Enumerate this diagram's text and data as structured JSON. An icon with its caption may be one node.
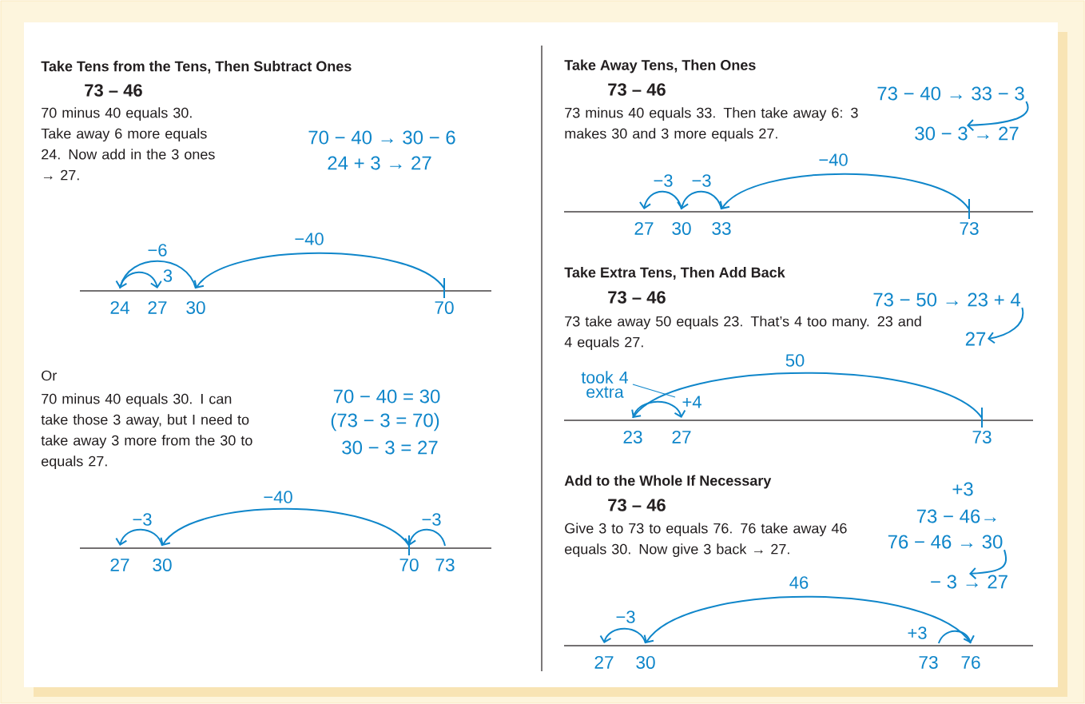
{
  "diagram": {
    "nodes": [
      {
        "text": [
          "24"
        ]
      },
      {
        "text": [
          "27"
        ]
      },
      {
        "text": [
          "30"
        ]
      },
      {
        "text": [
          "70"
        ]
      },
      {
        "text": [
          "27"
        ]
      },
      {
        "text": [
          "30"
        ]
      },
      {
        "text": [
          "70"
        ]
      },
      {
        "text": [
          "73"
        ]
      },
      {
        "text": [
          "73 − 40 → 33 − 3"
        ]
      },
      {
        "text": [
          "30 − 3 → 27"
        ]
      },
      {
        "text": [
          "27"
        ]
      },
      {
        "text": [
          "30"
        ]
      },
      {
        "text": [
          "33"
        ]
      },
      {
        "text": [
          "73"
        ]
      },
      {
        "text": [
          "73 − 50 → 23 + 4"
        ]
      },
      {
        "text": [
          "27"
        ]
      },
      {
        "text": [
          "took 4 extra"
        ]
      },
      {
        "text": [
          "23"
        ]
      },
      {
        "text": [
          "27"
        ]
      },
      {
        "text": [
          "73"
        ]
      },
      {
        "text": [
          "76 − 46 → 30"
        ]
      },
      {
        "text": [
          "− 3 → 27"
        ]
      },
      {
        "text": [
          "27"
        ]
      },
      {
        "text": [
          "30"
        ]
      },
      {
        "text": [
          "73"
        ]
      },
      {
        "text": [
          "76"
        ]
      }
    ],
    "edges": [
      {
        "from": 3,
        "to": 2,
        "arrow": "to",
        "label": "−40"
      },
      {
        "from": 2,
        "to": 0,
        "arrow": "to",
        "label": "−6"
      },
      {
        "from": 0,
        "to": 1,
        "arrow": "to",
        "label": "3"
      },
      {
        "from": 6,
        "to": 5,
        "arrow": "to",
        "label": "−40"
      },
      {
        "from": 5,
        "to": 4,
        "arrow": "to",
        "label": "−3"
      },
      {
        "from": 7,
        "to": 6,
        "arrow": "to",
        "label": "−3"
      },
      {
        "from": 8,
        "to": 9,
        "arrow": "to"
      },
      {
        "from": 13,
        "to": 12,
        "arrow": "to",
        "label": "−40"
      },
      {
        "from": 12,
        "to": 11,
        "arrow": "to",
        "label": "−3"
      },
      {
        "from": 11,
        "to": 10,
        "arrow": "to",
        "label": "−3"
      },
      {
        "from": 14,
        "to": 15,
        "arrow": "to"
      },
      {
        "from": 16,
        "to": null,
        "arrow": "none"
      },
      {
        "from": 19,
        "to": 17,
        "arrow": "to",
        "label": "50"
      },
      {
        "from": 17,
        "to": 18,
        "arrow": "to",
        "label": "+4"
      },
      {
        "from": 20,
        "to": 21,
        "arrow": "to"
      },
      {
        "from": 25,
        "to": 23,
        "arrow": "to",
        "label": "46"
      },
      {
        "from": 24,
        "to": 25,
        "arrow": "to",
        "label": "+3"
      },
      {
        "from": 23,
        "to": 22,
        "arrow": "to",
        "label": "−3"
      }
    ],
    "labels": [
      "Take Tens from the Tens, Then Subtract Ones",
      "73 – 46",
      "70 minus 40 equals 30. Take away 6 more equals 24. Now add in the 3 ones → 27.",
      "70 − 40 → 30 − 6",
      "24 + 3 → 27",
      "Or",
      "70 minus 40 equals 30. I can take those 3 away, but I need to take away 3 more from the 30 to equals 27.",
      "70 − 40 = 30",
      "(73 − 3 = 70)",
      "30 − 3 = 27",
      "Take Away Tens, Then Ones",
      "73 – 46",
      "73 minus 40 equals 33. Then take away 6: 3 makes 30 and 3 more equals 27.",
      "Take Extra Tens, Then Add Back",
      "73 – 46",
      "73 take away 50 equals 23. That’s 4 too many. 23 and 4 equals 27.",
      "Add to the Whole If Necessary",
      "73 – 46",
      "+3",
      "73 − 46→",
      "Give 3 to 73 to equals 76. 76 take away 46 equals 30. Now give 3 back → 27."
    ]
  }
}
